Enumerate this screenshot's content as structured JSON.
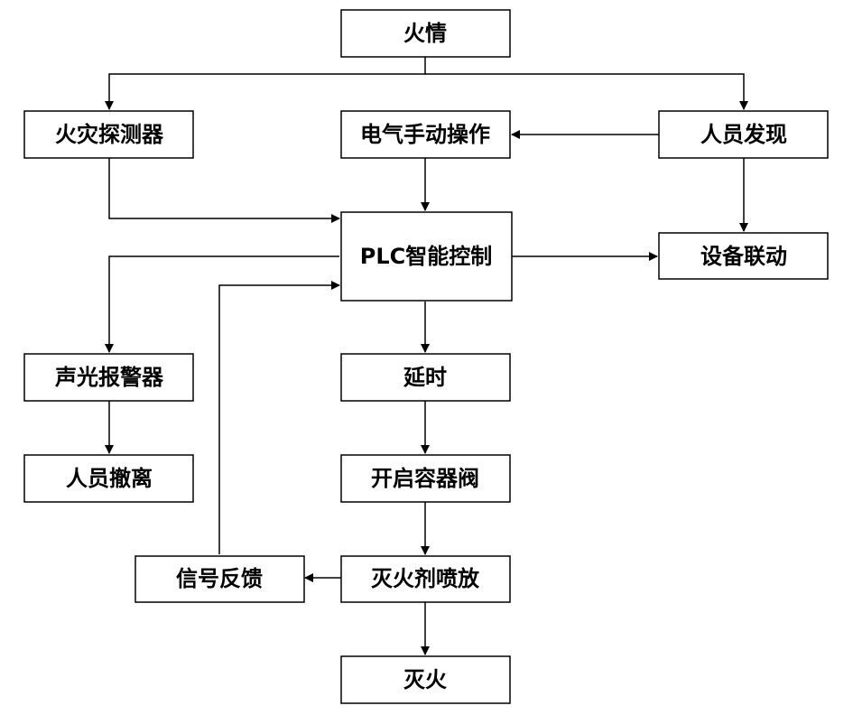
{
  "nodes": {
    "fire": "火情",
    "detector": "火灾探测器",
    "manual": "电气手动操作",
    "person": "人员发现",
    "plc": "PLC智能控制",
    "linkage": "设备联动",
    "alarm": "声光报警器",
    "delay": "延时",
    "evacuate": "人员撤离",
    "valve": "开启容器阀",
    "feedback": "信号反馈",
    "spray": "灭火剂喷放",
    "extinguish": "灭火"
  },
  "edges": [
    {
      "from": "fire",
      "to": "detector"
    },
    {
      "from": "fire",
      "to": "person"
    },
    {
      "from": "person",
      "to": "manual"
    },
    {
      "from": "person",
      "to": "linkage"
    },
    {
      "from": "detector",
      "to": "plc"
    },
    {
      "from": "manual",
      "to": "plc"
    },
    {
      "from": "plc",
      "to": "linkage"
    },
    {
      "from": "plc",
      "to": "alarm"
    },
    {
      "from": "plc",
      "to": "delay"
    },
    {
      "from": "alarm",
      "to": "evacuate"
    },
    {
      "from": "delay",
      "to": "valve"
    },
    {
      "from": "valve",
      "to": "spray"
    },
    {
      "from": "spray",
      "to": "feedback"
    },
    {
      "from": "spray",
      "to": "extinguish"
    },
    {
      "from": "feedback",
      "to": "plc"
    }
  ]
}
